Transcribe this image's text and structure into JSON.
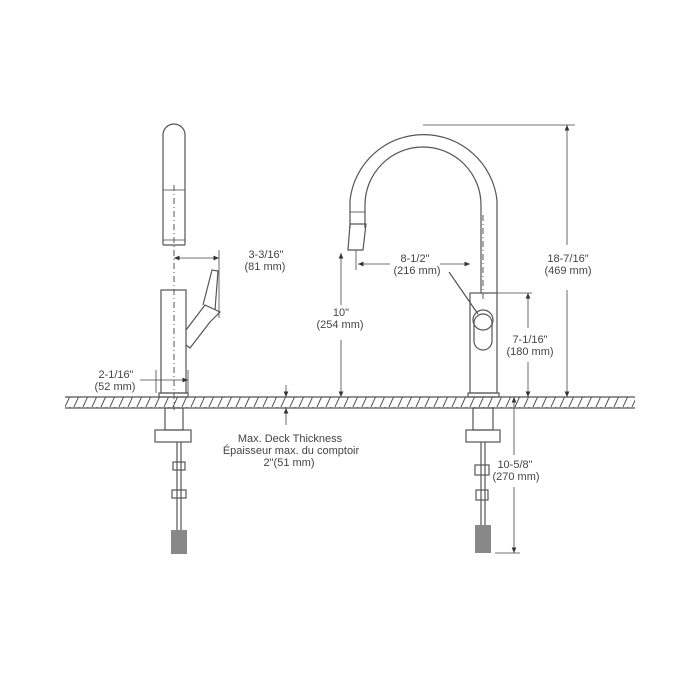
{
  "dimensions": {
    "handle_offset": {
      "imperial": "3-3/16\"",
      "metric": "(81 mm)"
    },
    "base_diameter": {
      "imperial": "2-1/16\"",
      "metric": "(52 mm)"
    },
    "spout_clearance": {
      "imperial": "10\"",
      "metric": "(254 mm)"
    },
    "spout_reach": {
      "imperial": "8-1/2\"",
      "metric": "(216 mm)"
    },
    "body_height": {
      "imperial": "7-1/16\"",
      "metric": "(180 mm)"
    },
    "overall_height": {
      "imperial": "18-7/16\"",
      "metric": "(469 mm)"
    },
    "below_deck": {
      "imperial": "10-5/8\"",
      "metric": "(270 mm)"
    }
  },
  "deck_note": {
    "line1": "Max. Deck Thickness",
    "line2": "Épaisseur max. du comptoir",
    "line3": "2\"(51 mm)"
  }
}
